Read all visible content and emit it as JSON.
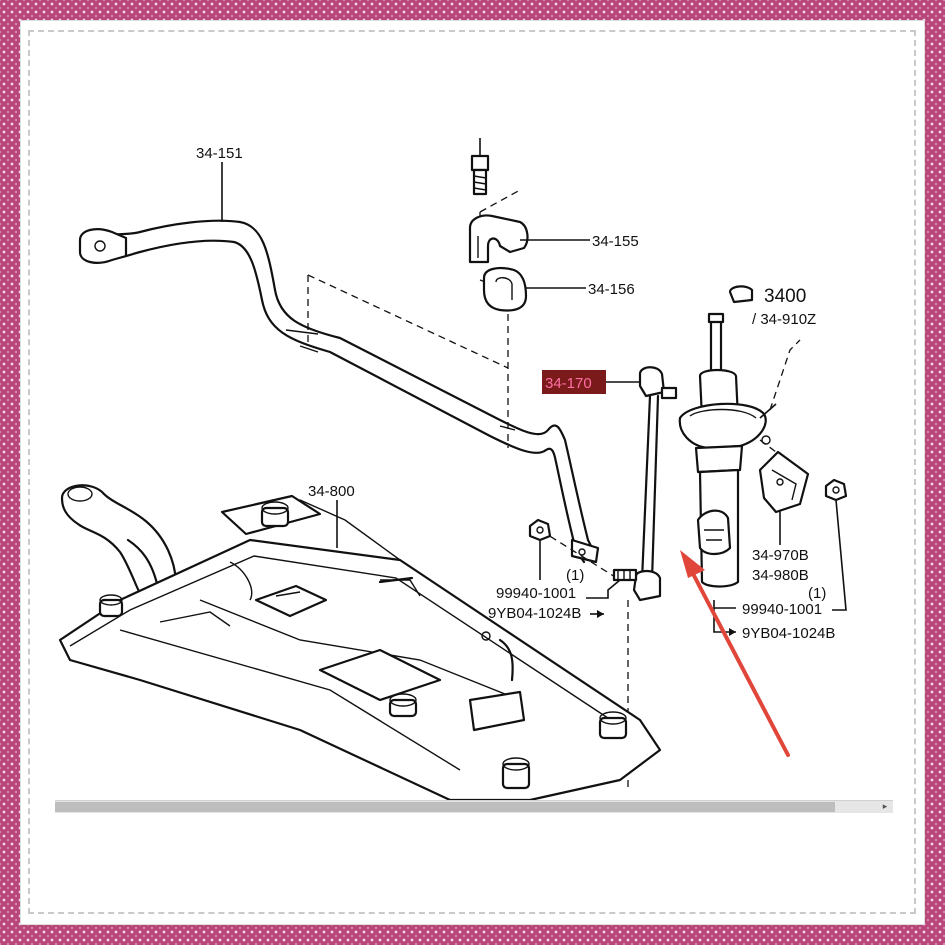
{
  "labels": {
    "stabilizer_bar": "34-151",
    "bracket": "34-155",
    "bushing": "34-156",
    "link": "34-170",
    "strut_main": "3400",
    "strut_sub": "/ 34-910Z",
    "crossmember": "34-800",
    "strut_bracket_a": "34-970B",
    "strut_bracket_b": "34-980B",
    "qty_left": "(1)",
    "qty_right": "(1)",
    "nut_left": "99940-1001",
    "bolt_left": "9YB04-1024B",
    "nut_right": "99940-1001",
    "bolt_right": "9YB04-1024B"
  },
  "colors": {
    "highlight_box": "#7a1a1a",
    "highlight_text": "#ff6fa3",
    "arrow": "#e0463a",
    "border_pattern": "#b8467a"
  },
  "icons": {
    "scroll_right": "▸"
  }
}
